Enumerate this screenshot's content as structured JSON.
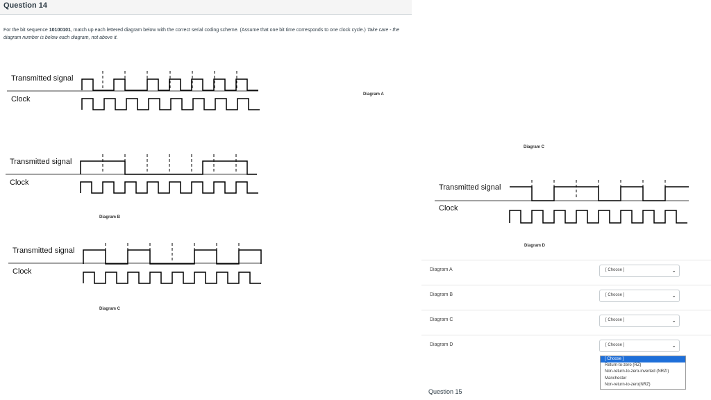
{
  "question": {
    "title": "Question 14",
    "text_part1": "For the bit sequence ",
    "bit_sequence": "10100101",
    "text_part2": ", match up each lettered diagram below with the correct serial coding scheme. (Assume that one bit time corresponds to one clock cycle.) ",
    "text_part3": "Take care - the diagram number is below each diagram, not above it."
  },
  "diagrams": {
    "signal_label": "Transmitted signal",
    "clock_label": "Clock",
    "captions": {
      "top_right": "Diagram A",
      "left_middle": "Diagram B",
      "left_bottom": "Diagram C",
      "right_top": "Diagram C",
      "right_bottom": "Diagram D"
    }
  },
  "answers": {
    "rows": [
      {
        "label": "Diagram A",
        "value": "[ Choose ]"
      },
      {
        "label": "Diagram B",
        "value": "[ Choose ]"
      },
      {
        "label": "Diagram C",
        "value": "[ Choose ]"
      },
      {
        "label": "Diagram D",
        "value": "[ Choose ]"
      }
    ],
    "dropdown_options": [
      "[ Choose ]",
      "Return-to-zero (RZ)",
      "Non-return-to-zero-inverted (NRZI)",
      "Manchester",
      "Non-return-to-zero(NRZ)"
    ]
  },
  "next_question": "Question 15",
  "colors": {
    "header_bg": "#f5f5f5",
    "selected_option": "#1e6fd9"
  }
}
